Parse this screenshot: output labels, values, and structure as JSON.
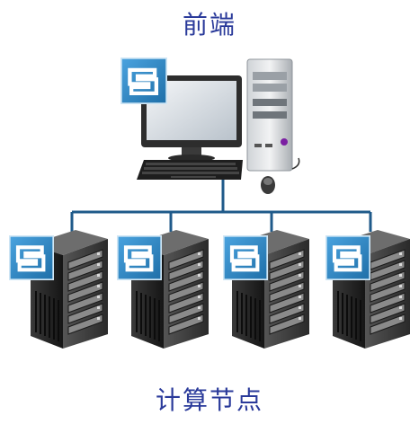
{
  "labels": {
    "frontend": "前端",
    "compute_nodes": "计算节点"
  },
  "colors": {
    "title_text": "#2a3a9a",
    "connector": "#1f5a8a",
    "logo_blue": "#2e86c1",
    "server_dark": "#2b2b2b"
  },
  "icons": {
    "frontend": "desktop-workstation-icon",
    "node": "server-rack-icon",
    "logo": "brand-logo-icon"
  },
  "compute_node_count": 4
}
